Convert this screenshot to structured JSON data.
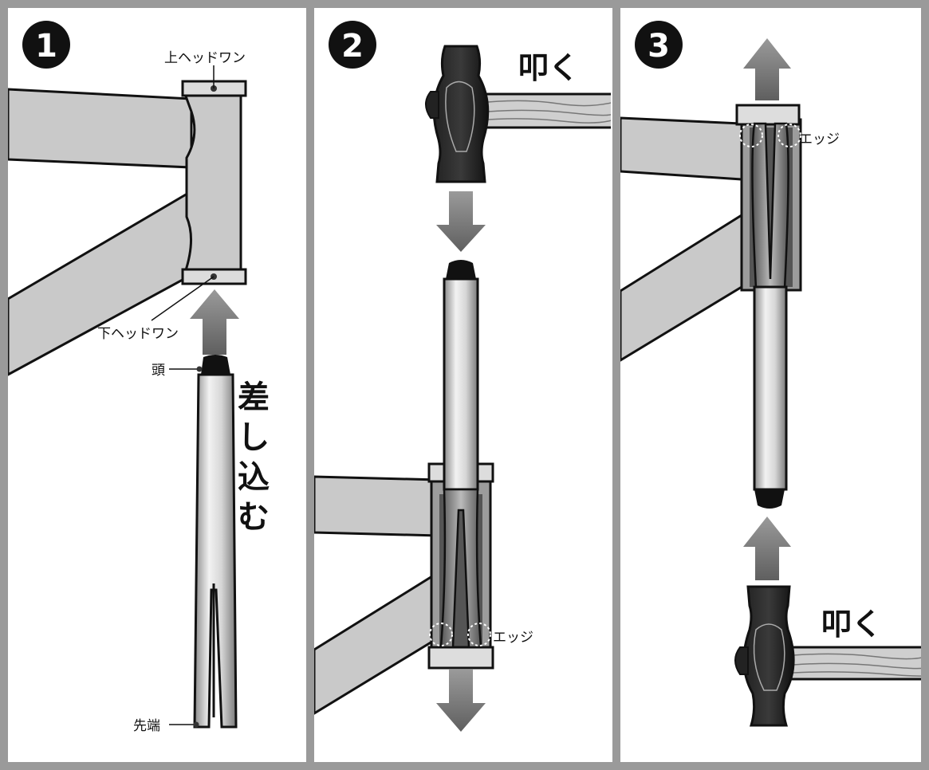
{
  "panels": [
    {
      "number": "1",
      "labels": {
        "upper_cup": "上ヘッドワン",
        "lower_cup": "下ヘッドワン",
        "head": "頭",
        "tip": "先端",
        "action": [
          "差",
          "し",
          "込",
          "む"
        ]
      }
    },
    {
      "number": "2",
      "labels": {
        "action": "叩く",
        "edge": "エッジ"
      }
    },
    {
      "number": "3",
      "labels": {
        "action": "叩く",
        "edge": "エッジ"
      }
    }
  ],
  "colors": {
    "frame_gray": "#c9c9c9",
    "border_gray": "#9a9a9a",
    "arrow_gray": "#7a7a7a",
    "ink": "#111111",
    "wood": "#cfcfcf"
  }
}
